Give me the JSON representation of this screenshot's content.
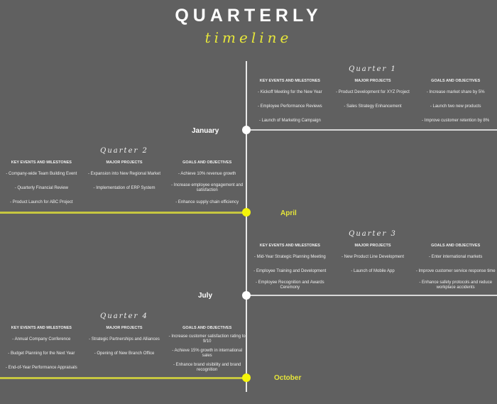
{
  "header": {
    "title": "QUARTERLY",
    "subtitle": "timeline"
  },
  "colors": {
    "background": "#606060",
    "accent_yellow": "#e6e63a",
    "line_white": "#d8d8d8",
    "text_white": "#ffffff"
  },
  "column_headers": {
    "events": "KEY EVENTS AND MILESTONES",
    "projects": "MAJOR PROJECTS",
    "goals": "GOALS AND OBJECTIVES"
  },
  "quarters": [
    {
      "title": "Quarter 1",
      "month": "January",
      "events": [
        "- Kickoff Meeting for the New Year",
        "- Employee Performance Reviews",
        "- Launch of Marketing Campaign"
      ],
      "projects": [
        "- Product Development for XYZ Project",
        "- Sales Strategy Enhancement",
        ""
      ],
      "goals": [
        "- Increase market share by 5%",
        "- Launch two new products",
        "- Improve customer retention by 8%"
      ]
    },
    {
      "title": "Quarter 2",
      "month": "April",
      "events": [
        "- Company-wide Team Building Event",
        "- Quarterly Financial Review",
        "- Product Launch for ABC Project"
      ],
      "projects": [
        "- Expansion into New Regional Market",
        "- Implementation of ERP System",
        ""
      ],
      "goals": [
        "- Achieve 10% revenue growth",
        "- Increase employee engagement and satisfaction",
        "- Enhance supply chain efficiency"
      ]
    },
    {
      "title": "Quarter 3",
      "month": "July",
      "events": [
        "- Mid-Year Strategic Planning Meeting",
        "- Employee Training and Development",
        "- Employee Recognition and Awards Ceremony"
      ],
      "projects": [
        "- New Product Line Development",
        "- Launch of Mobile App",
        ""
      ],
      "goals": [
        "- Enter international markets",
        "- Improve customer service response time",
        "- Enhance safety protocols and reduce workplace accidents"
      ]
    },
    {
      "title": "Quarter 4",
      "month": "October",
      "events": [
        "- Annual Company Conference",
        "- Budget Planning for the Next Year",
        "- End-of-Year Performance Appraisals"
      ],
      "projects": [
        "- Strategic Partnerships and Alliances",
        "- Opening of New Branch Office",
        ""
      ],
      "goals": [
        "- Increase customer satisfaction rating to 9/10",
        "- Achieve 15% growth in international sales",
        "- Enhance brand visibility and brand recognition"
      ]
    }
  ]
}
